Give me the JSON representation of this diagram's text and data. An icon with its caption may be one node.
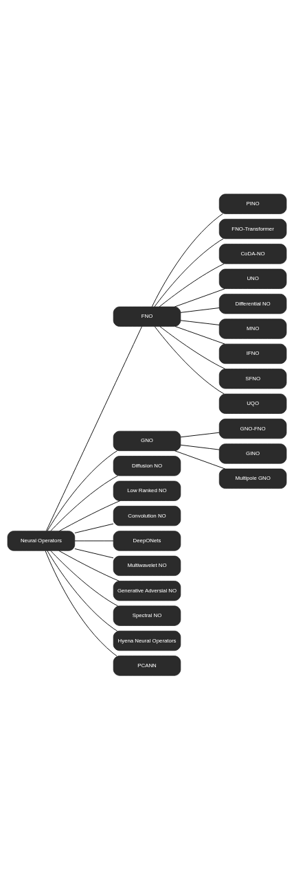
{
  "diagram": {
    "nodes": [
      {
        "text": [
          "Neural Operators"
        ]
      },
      {
        "text": [
          "FNO"
        ]
      },
      {
        "text": [
          "PINO"
        ]
      },
      {
        "text": [
          "FNO-Transformer"
        ]
      },
      {
        "text": [
          "CoDA-NO"
        ]
      },
      {
        "text": [
          "UNO"
        ]
      },
      {
        "text": [
          "Differential NO"
        ]
      },
      {
        "text": [
          "MNO"
        ]
      },
      {
        "text": [
          "IFNO"
        ]
      },
      {
        "text": [
          "SFNO"
        ]
      },
      {
        "text": [
          "UQO"
        ]
      },
      {
        "text": [
          "GNO"
        ]
      },
      {
        "text": [
          "GNO-FNO"
        ]
      },
      {
        "text": [
          "GINO"
        ]
      },
      {
        "text": [
          "Multipole GNO"
        ]
      },
      {
        "text": [
          "Diffusion NO"
        ]
      },
      {
        "text": [
          "Low Ranked NO"
        ]
      },
      {
        "text": [
          "Convolution NO"
        ]
      },
      {
        "text": [
          "DeepONets"
        ]
      },
      {
        "text": [
          "Multiwavelet NO"
        ]
      },
      {
        "text": [
          "Generative Adversial NO"
        ]
      },
      {
        "text": [
          "Spectral NO"
        ]
      },
      {
        "text": [
          "Hyena Neural Operators"
        ]
      },
      {
        "text": [
          "PCANN"
        ]
      }
    ],
    "edges": [
      {
        "from": 0,
        "to": 1,
        "arrow": "none"
      },
      {
        "from": 1,
        "to": 2,
        "arrow": "none"
      },
      {
        "from": 1,
        "to": 3,
        "arrow": "none"
      },
      {
        "from": 1,
        "to": 4,
        "arrow": "none"
      },
      {
        "from": 1,
        "to": 5,
        "arrow": "none"
      },
      {
        "from": 1,
        "to": 6,
        "arrow": "none"
      },
      {
        "from": 1,
        "to": 7,
        "arrow": "none"
      },
      {
        "from": 1,
        "to": 8,
        "arrow": "none"
      },
      {
        "from": 1,
        "to": 9,
        "arrow": "none"
      },
      {
        "from": 1,
        "to": 10,
        "arrow": "none"
      },
      {
        "from": 0,
        "to": 11,
        "arrow": "none"
      },
      {
        "from": 11,
        "to": 12,
        "arrow": "none"
      },
      {
        "from": 11,
        "to": 13,
        "arrow": "none"
      },
      {
        "from": 11,
        "to": 14,
        "arrow": "none"
      },
      {
        "from": 0,
        "to": 15,
        "arrow": "none"
      },
      {
        "from": 0,
        "to": 16,
        "arrow": "none"
      },
      {
        "from": 0,
        "to": 17,
        "arrow": "none"
      },
      {
        "from": 0,
        "to": 18,
        "arrow": "none"
      },
      {
        "from": 0,
        "to": 19,
        "arrow": "none"
      },
      {
        "from": 0,
        "to": 20,
        "arrow": "none"
      },
      {
        "from": 0,
        "to": 21,
        "arrow": "none"
      },
      {
        "from": 0,
        "to": 22,
        "arrow": "none"
      },
      {
        "from": 0,
        "to": 23,
        "arrow": "none"
      }
    ]
  }
}
